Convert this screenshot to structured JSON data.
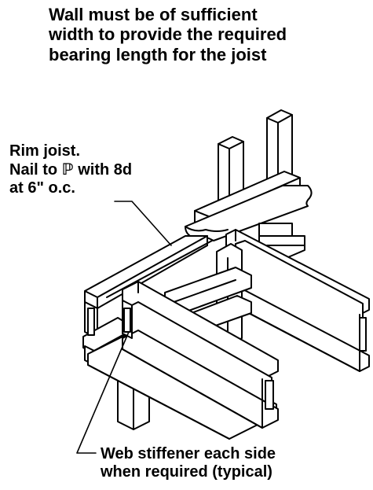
{
  "captions": {
    "wall_bearing": [
      "Wall must be of sufficient",
      "width to provide the required",
      "bearing length for the joist"
    ],
    "rim_joist": [
      "Rim joist.",
      "Nail to ℙ with 8d",
      "at 6\" o.c."
    ],
    "web_stiffener": [
      "Web stiffener each side",
      "when required (typical)"
    ]
  }
}
